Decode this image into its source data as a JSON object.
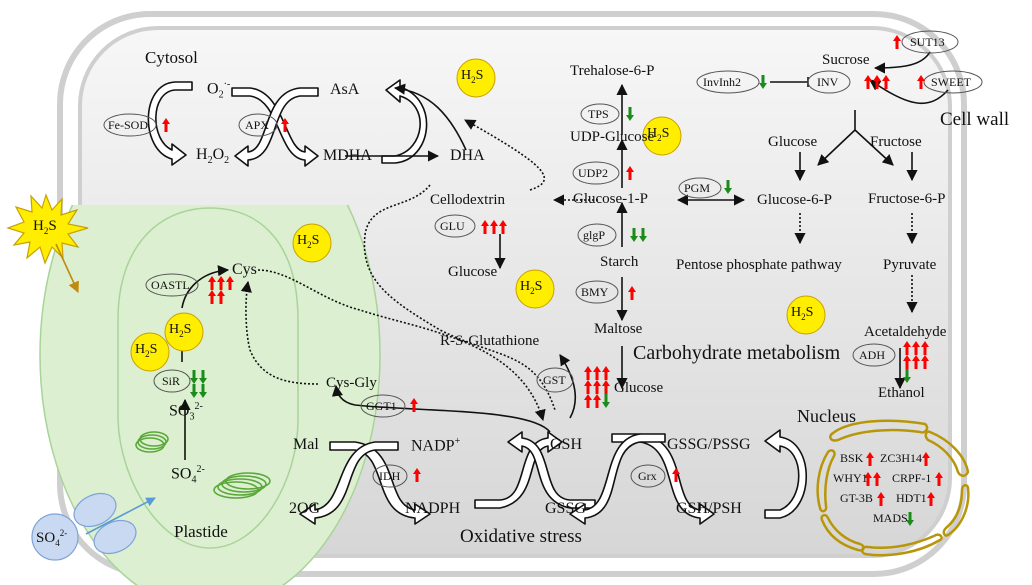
{
  "compartments": {
    "cytosol": "Cytosol",
    "cell_wall": "Cell wall",
    "plastide": "Plastide",
    "nucleus": "Nucleus"
  },
  "section_labels": {
    "carbohydrate": "Carbohydrate metabolism",
    "oxidative": "Oxidative stress"
  },
  "h2s": {
    "base": "H",
    "sub": "2",
    "tail": "S"
  },
  "colors": {
    "up": "#ff0000",
    "down": "#1a8c1a",
    "h2s_fill": "#ffee00",
    "h2s_stroke": "#c8a000",
    "plastid_fill": "#dcefd0",
    "plastid_stroke": "#a8d49a",
    "nucleus_stroke": "#b8960a",
    "transporter_fill": "#c9d9f2",
    "transporter_stroke": "#7fa3d9"
  },
  "metabolites": {
    "o2": "O",
    "o2_sub": "2",
    "o2_sup": "·-",
    "h2o2_a": "H",
    "h2o2_sub1": "2",
    "h2o2_b": "O",
    "h2o2_sub2": "2",
    "asa": "AsA",
    "mdha": "MDHA",
    "dha": "DHA",
    "trehalose6p": "Trehalose-6-P",
    "udp_glucose": "UDP-Glucose",
    "glucose1p": "Glucose-1-P",
    "cellodextrin": "Cellodextrin",
    "glucose_a": "Glucose",
    "starch": "Starch",
    "maltose": "Maltose",
    "glucose_b": "Glucose",
    "sucrose": "Sucrose",
    "glucose_c": "Glucose",
    "fructose": "Fructose",
    "glucose6p": "Glucose-6-P",
    "fructose6p": "Fructose-6-P",
    "ppp": "Pentose phosphate pathway",
    "pyruvate": "Pyruvate",
    "acetaldehyde": "Acetaldehyde",
    "ethanol": "Ethanol",
    "rsg": "R-S-Glutathione",
    "cys": "Cys",
    "cysgly": "Cys-Gly",
    "so3": "SO",
    "so3_sub": "3",
    "so3_sup": "2-",
    "so4": "SO",
    "so4_sub": "4",
    "so4_sup": "2-",
    "mal": "Mal",
    "og": "2OG",
    "nadp": "NADP",
    "nadp_sup": "+",
    "nadph": "NADPH",
    "gsh": "GSH",
    "gssg": "GSSG",
    "gssg_pssg": "GSSG/PSSG",
    "gsh_psh": "GSH/PSH"
  },
  "enzymes": [
    {
      "id": "fe-sod",
      "name": "Fe-SOD",
      "reg": [
        "up"
      ]
    },
    {
      "id": "apx",
      "name": "APX",
      "reg": [
        "up"
      ]
    },
    {
      "id": "tps",
      "name": "TPS",
      "reg": [
        "down"
      ]
    },
    {
      "id": "udp2",
      "name": "UDP2",
      "reg": [
        "up"
      ]
    },
    {
      "id": "pgm",
      "name": "PGM",
      "reg": [
        "down"
      ]
    },
    {
      "id": "glgp",
      "name": "glgP",
      "reg": [
        "down",
        "down"
      ]
    },
    {
      "id": "glu",
      "name": "GLU",
      "reg": [
        "up",
        "up",
        "up"
      ]
    },
    {
      "id": "bmy",
      "name": "BMY",
      "reg": [
        "up"
      ]
    },
    {
      "id": "invinh2",
      "name": "InvInh2",
      "reg": [
        "down"
      ]
    },
    {
      "id": "inv",
      "name": "INV",
      "reg": [
        "up",
        "up",
        "up"
      ]
    },
    {
      "id": "sut13",
      "name": "SUT13",
      "reg": [
        "up"
      ]
    },
    {
      "id": "sweet",
      "name": "SWEET",
      "reg": [
        "up"
      ]
    },
    {
      "id": "oastl",
      "name": "OASTL",
      "reg": [
        "up",
        "up",
        "up",
        "up",
        "up"
      ]
    },
    {
      "id": "sir",
      "name": "SiR",
      "reg": [
        "down",
        "down",
        "down",
        "down"
      ]
    },
    {
      "id": "ggt1",
      "name": "GGT1",
      "reg": [
        "up"
      ]
    },
    {
      "id": "gst",
      "name": "GST",
      "reg": [
        "up",
        "up",
        "up",
        "up",
        "up",
        "up",
        "up",
        "up",
        "down"
      ]
    },
    {
      "id": "adh",
      "name": "ADH",
      "reg": [
        "up",
        "up",
        "up",
        "up",
        "up",
        "up",
        "down"
      ]
    },
    {
      "id": "idh",
      "name": "IDH",
      "reg": [
        "up"
      ]
    },
    {
      "id": "grx",
      "name": "Grx",
      "reg": [
        "up"
      ]
    }
  ],
  "nucleus_genes": [
    {
      "name": "BSK",
      "reg": [
        "up"
      ]
    },
    {
      "name": "ZC3H14",
      "reg": [
        "up"
      ]
    },
    {
      "name": "WHY1",
      "reg": [
        "up",
        "up"
      ]
    },
    {
      "name": "CRPF-1",
      "reg": [
        "up"
      ]
    },
    {
      "name": "GT-3B",
      "reg": [
        "up"
      ]
    },
    {
      "name": "HDT1",
      "reg": [
        "up"
      ]
    },
    {
      "name": "MADS",
      "reg": [
        "down"
      ]
    }
  ]
}
